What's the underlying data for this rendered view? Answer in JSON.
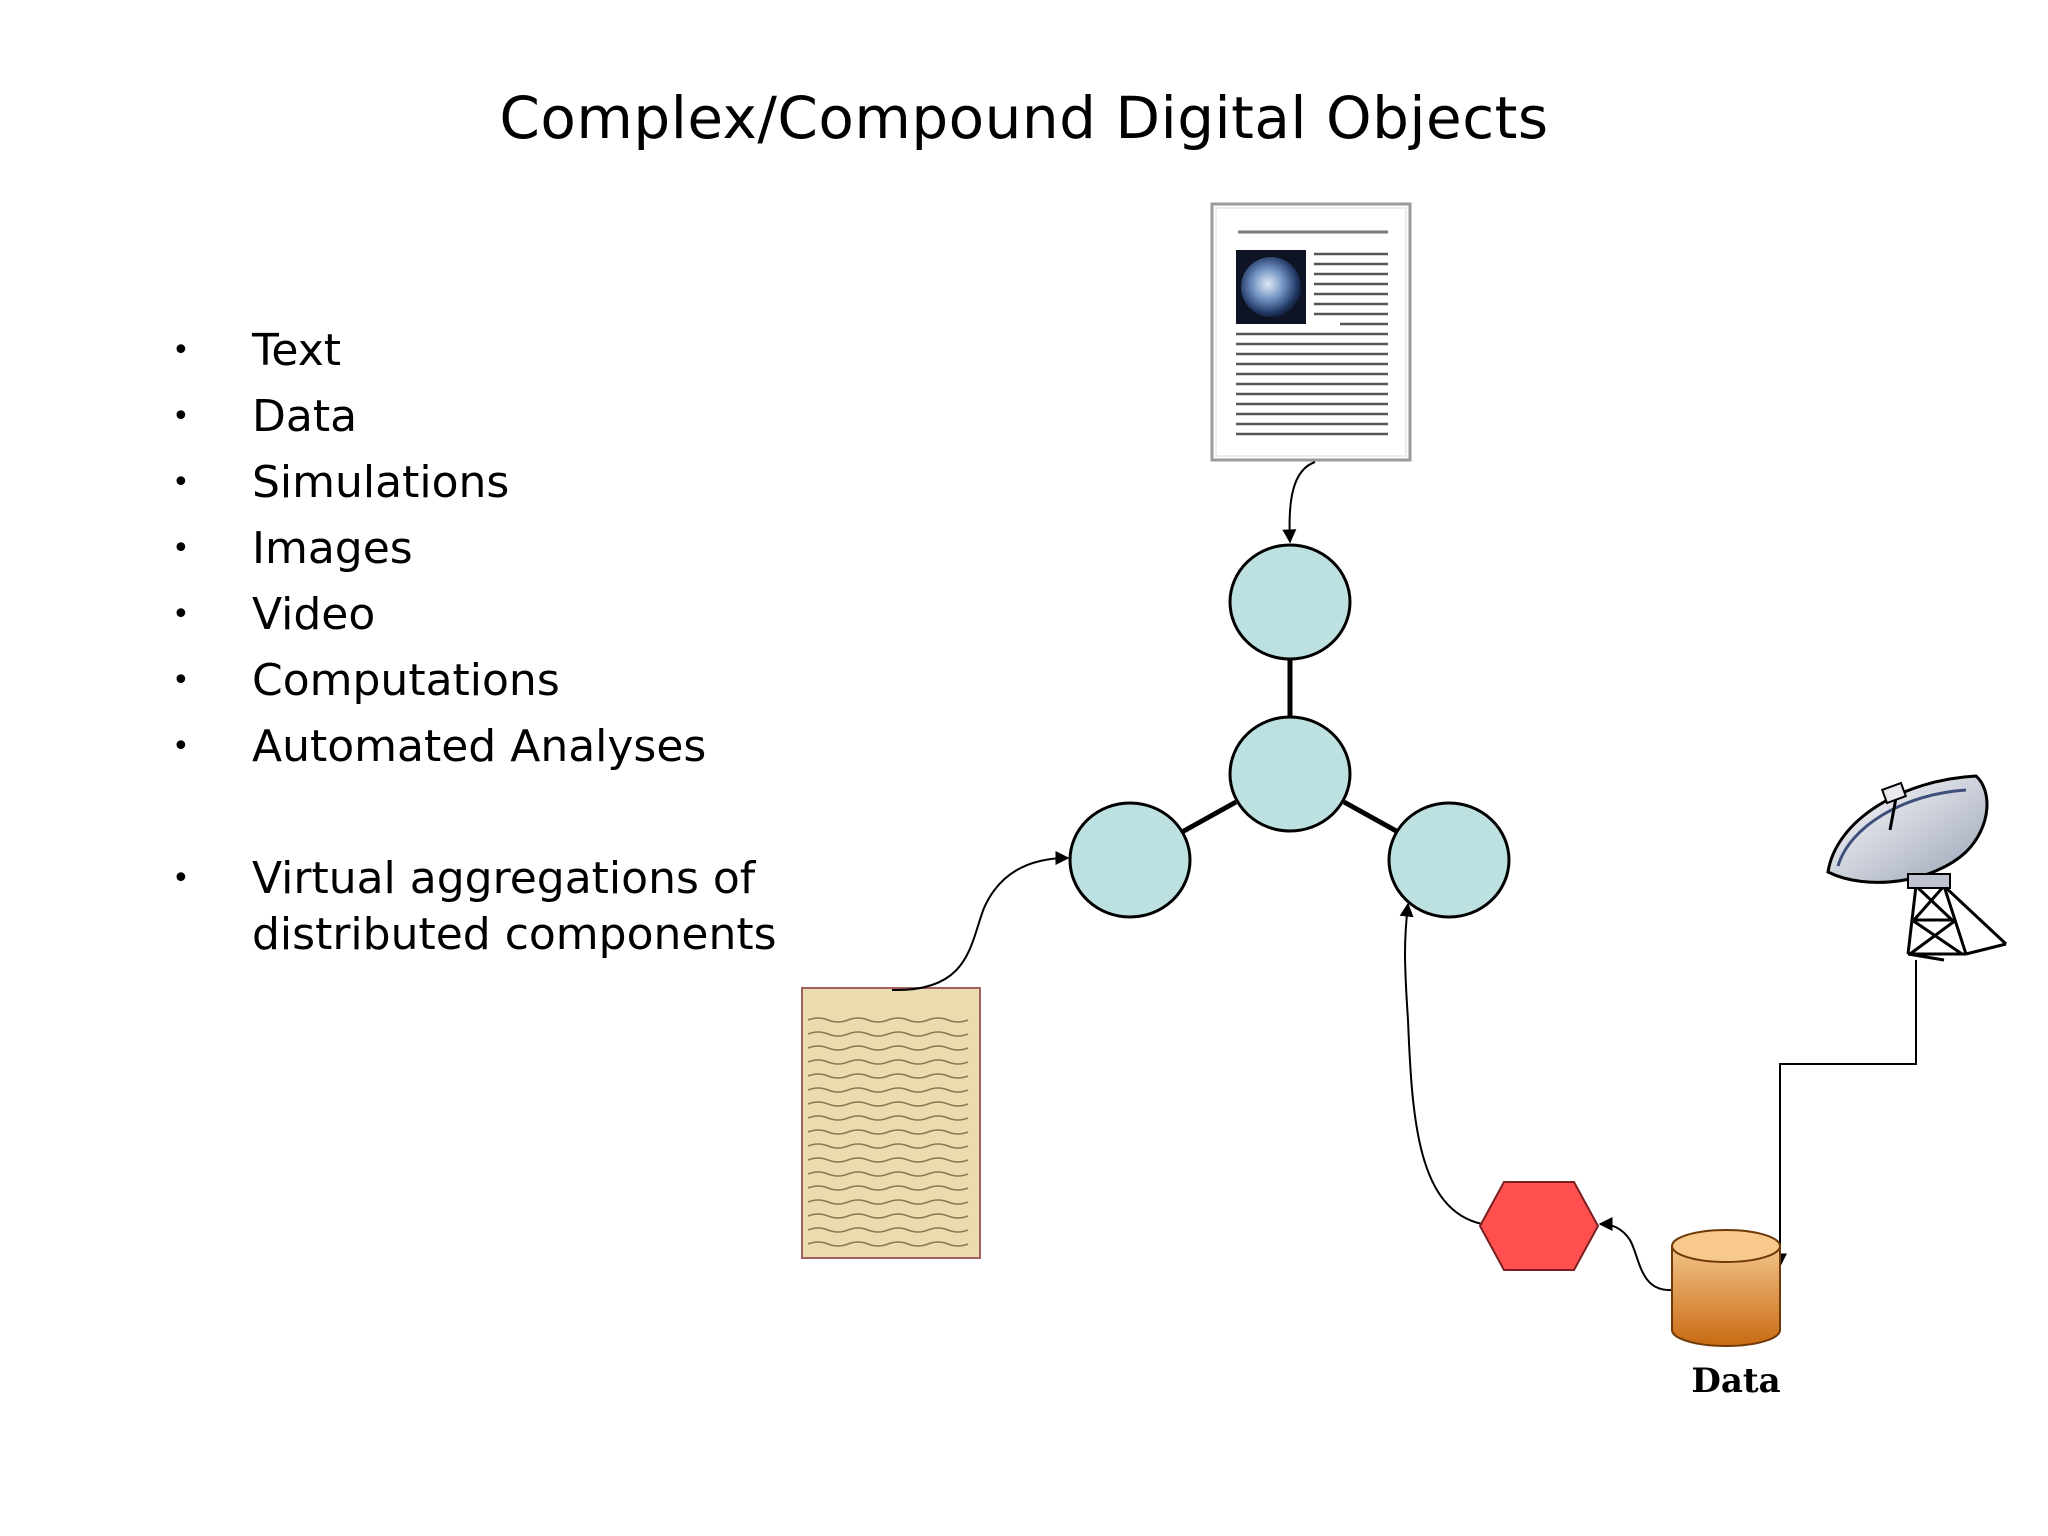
{
  "slide": {
    "title": "Complex/Compound Digital Objects",
    "bullets": [
      "Text",
      "Data",
      "Simulations",
      "Images",
      "Video",
      "Computations",
      "Automated Analyses"
    ],
    "bullet_last_line1": "Virtual aggregations of",
    "bullet_last_line2": "distributed components",
    "bullet_symbol": "•"
  },
  "diagram": {
    "data_store_label": "Data",
    "colors": {
      "node_fill": "#bde0e0",
      "hexagon_fill": "#ff4f4f",
      "cylinder_top": "#f7c98a",
      "cylinder_body": "#d77a1f",
      "manuscript_paper": "#eadcae"
    },
    "icons": {
      "document": "document-thumbnail-icon",
      "manuscript": "manuscript-thumbnail-icon",
      "dish": "satellite-dish-icon",
      "earth": "earth-photo-icon"
    }
  }
}
